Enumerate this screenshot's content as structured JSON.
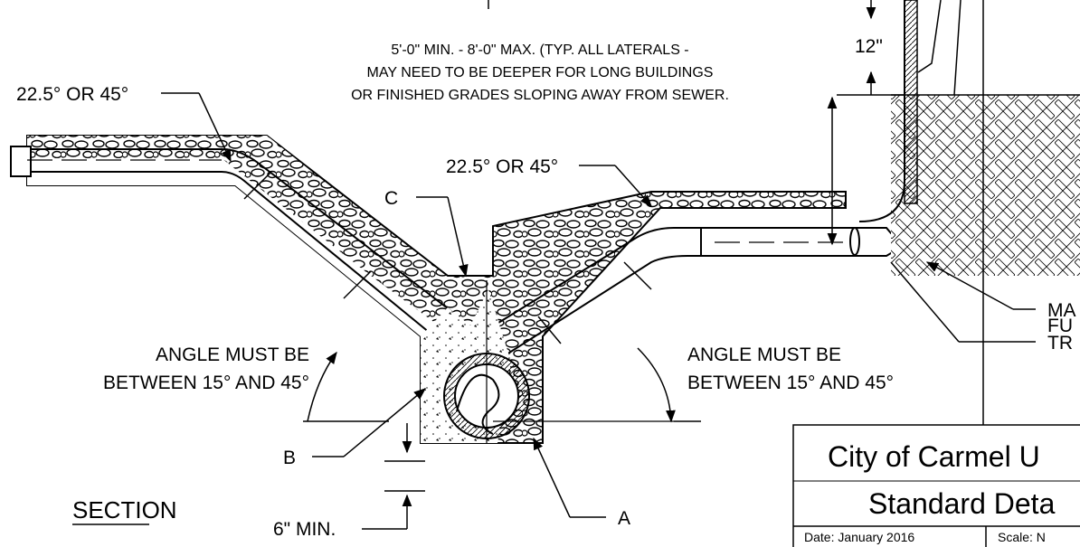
{
  "drawing": {
    "note_depth_line1": "5'-0\" MIN. - 8'-0\" MAX. (TYP. ALL LATERALS -",
    "note_depth_line2": "MAY NEED TO BE DEEPER FOR LONG BUILDINGS",
    "note_depth_line3": "OR FINISHED GRADES SLOPING AWAY FROM SEWER.",
    "dim_12in": "12\"",
    "angle_top_left": "22.5° OR 45°",
    "angle_middle": "22.5° OR 45°",
    "label_c": "C",
    "label_b": "B",
    "label_a": "A",
    "angle_rule_left_line1": "ANGLE MUST BE",
    "angle_rule_left_line2": "BETWEEN 15° AND 45°",
    "angle_rule_right_line1": "ANGLE MUST BE",
    "angle_rule_right_line2": "BETWEEN 15° AND 45°",
    "dim_6in_min": "6\" MIN.",
    "section_title": "SECTION",
    "callout_ma": "MA",
    "callout_fu": "FU",
    "callout_tr": "TR"
  },
  "title_block": {
    "line1": "City of Carmel U",
    "line2": "Standard Deta",
    "date_label": "Date:  January 2016",
    "scale_label": "Scale:   N"
  }
}
